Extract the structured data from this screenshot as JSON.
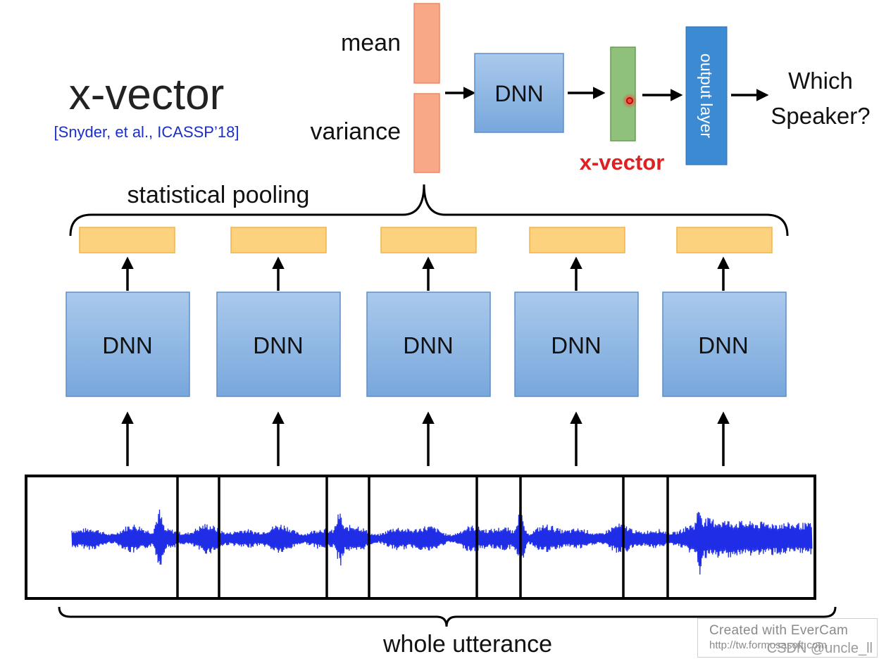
{
  "title": "x-vector",
  "citation": "[Snyder, et al., ICASSP’18]",
  "top": {
    "mean_label": "mean",
    "variance_label": "variance",
    "dnn_label": "DNN",
    "xvector_label": "x-vector",
    "output_layer_label": "output layer",
    "which_line1": "Which",
    "which_line2": "Speaker?"
  },
  "pooling_label": "statistical pooling",
  "frame_dnns": [
    "DNN",
    "DNN",
    "DNN",
    "DNN",
    "DNN"
  ],
  "utterance_label": "whole utterance",
  "watermark": {
    "line1": "Created  with  EverCam",
    "line2": "http://tw.formosasoft.com",
    "csdn": "CSDN @uncle_ll"
  },
  "colors": {
    "dnn_fill": "#8fb7e3",
    "dnn_stroke": "#5d8fc7",
    "pool_fill": "#fcd27e",
    "pool_stroke": "#f0b44a",
    "stat_fill": "#f9a887",
    "stat_stroke": "#ee8866",
    "xvec_fill": "#8fc07c",
    "xvec_stroke": "#6a9b56",
    "output_fill": "#3c8bd2",
    "xvector_text": "#e02020",
    "citation": "#1a2ecc",
    "waveform": "#1f2ee6"
  }
}
